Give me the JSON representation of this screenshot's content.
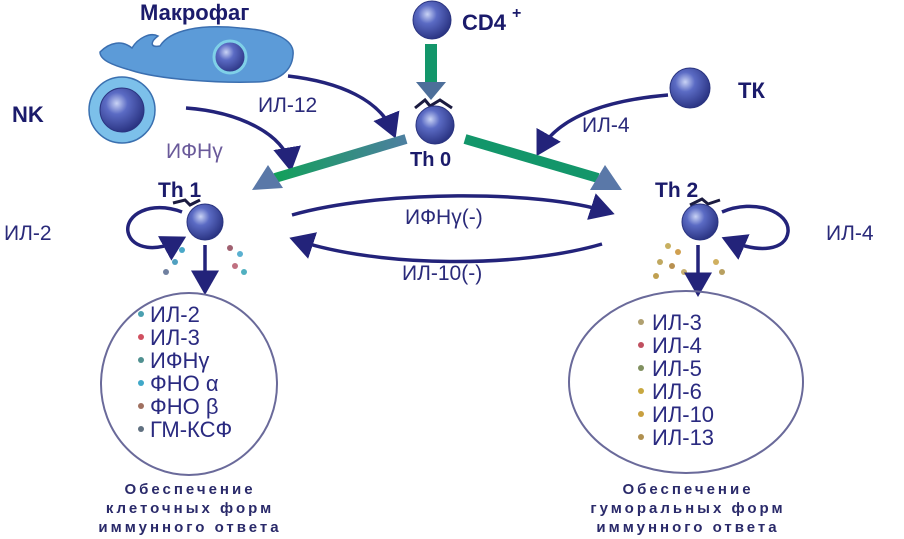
{
  "cells": {
    "macrophage": "Макрофаг",
    "cd4": "CD4",
    "cd4_sup": "+",
    "nk": "NK",
    "tk": "ТК",
    "th0": "Th 0",
    "th1": "Th 1",
    "th2": "Th 2"
  },
  "signals": {
    "il12": "ИЛ-12",
    "ifng": "ИФНγ",
    "il4_tk": "ИЛ-4",
    "il2_loop": "ИЛ-2",
    "il4_loop": "ИЛ-4",
    "ifng_neg": "ИФНγ(-)",
    "il10_neg": "ИЛ-10(-)"
  },
  "th1_cytokines": [
    "ИЛ-2",
    "ИЛ-3",
    "ИФНγ",
    "ФНО α",
    "ФНО β",
    "ГМ-КСФ"
  ],
  "th2_cytokines": [
    "ИЛ-3",
    "ИЛ-4",
    "ИЛ-5",
    "ИЛ-6",
    "ИЛ-10",
    "ИЛ-13"
  ],
  "th1_caption": [
    "Обеспечение",
    "клеточных форм",
    "иммунного ответа"
  ],
  "th2_caption": [
    "Обеспечение",
    "гуморальных форм",
    "иммунного ответа"
  ],
  "colors": {
    "cell": "#3f4fa8",
    "arrow_green": "#13966a",
    "arrow_navy": "#23237a",
    "text": "#1b1b6b"
  }
}
